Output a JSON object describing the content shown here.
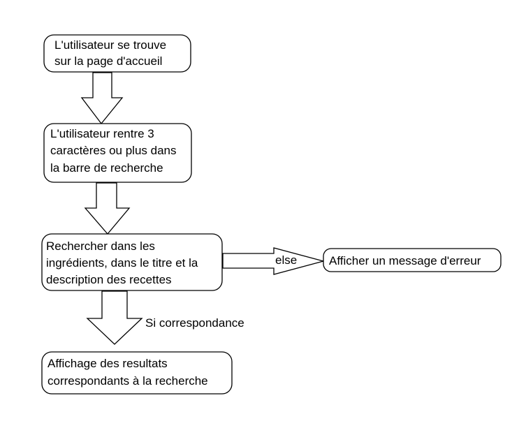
{
  "nodes": {
    "start": {
      "lines": [
        "L'utilisateur se trouve",
        "sur la page d'accueil"
      ]
    },
    "input": {
      "lines": [
        "L'utilisateur rentre 3",
        "caractères ou plus dans",
        "la barre de recherche"
      ]
    },
    "search": {
      "lines": [
        "Rechercher dans les",
        "ingrédients, dans le titre et la",
        "description des recettes"
      ]
    },
    "error": {
      "lines": [
        "Afficher un message d'erreur"
      ]
    },
    "results": {
      "lines": [
        "Affichage des resultats",
        "correspondants à la recherche"
      ]
    }
  },
  "edges": {
    "else_label": "else",
    "match_label": "Si correspondance"
  },
  "colors": {
    "stroke": "#000000",
    "fill": "#ffffff",
    "text": "#000000"
  }
}
